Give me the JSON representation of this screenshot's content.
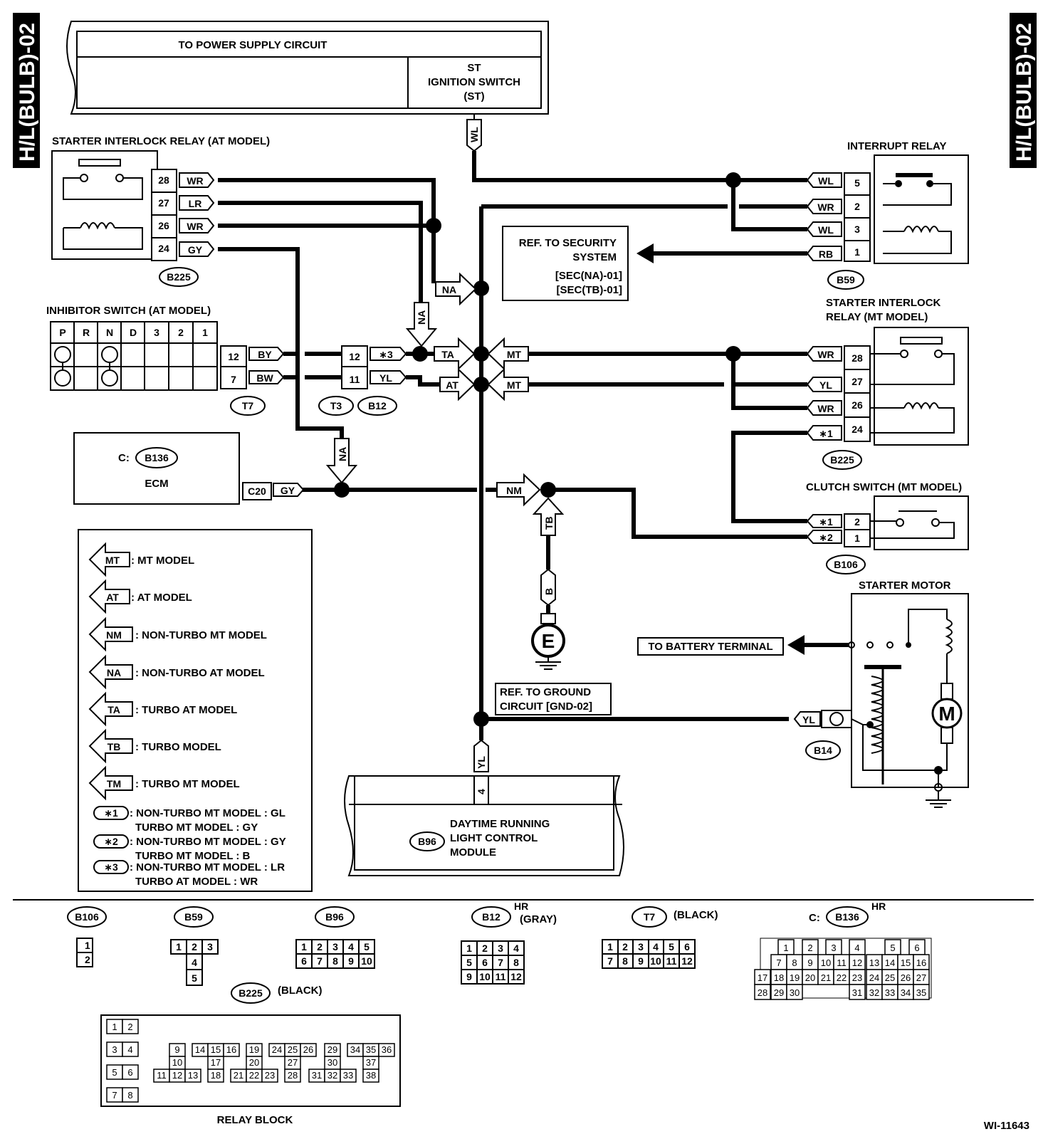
{
  "side_label": "H/L(BULB)-02",
  "power_supply": {
    "title": "TO POWER SUPPLY CIRCUIT",
    "switch_line1": "ST",
    "switch_line2": "IGNITION SWITCH",
    "switch_line3": "(ST)",
    "wire": "WL"
  },
  "starter_interlock_at": {
    "title": "STARTER INTERLOCK RELAY (AT MODEL)",
    "connector": "B225",
    "pins": [
      {
        "pin": "28",
        "wire": "WR"
      },
      {
        "pin": "27",
        "wire": "LR"
      },
      {
        "pin": "26",
        "wire": "WR"
      },
      {
        "pin": "24",
        "wire": "GY"
      }
    ]
  },
  "inhibitor_switch": {
    "title": "INHIBITOR SWITCH (AT MODEL)",
    "positions": [
      "P",
      "R",
      "N",
      "D",
      "3",
      "2",
      "1"
    ],
    "pins": [
      {
        "pin": "12",
        "wire": "BY"
      },
      {
        "pin": "7",
        "wire": "BW"
      }
    ],
    "connector": "T7"
  },
  "joint": {
    "connectors": [
      "T3",
      "B12"
    ],
    "rows": [
      {
        "pin": "12",
        "wire": "∗3"
      },
      {
        "pin": "11",
        "wire": "YL"
      }
    ]
  },
  "ecm": {
    "prefix": "C:",
    "connector": "B136",
    "name": "ECM",
    "pin": "C20",
    "wire": "GY"
  },
  "security_ref": {
    "line1": "REF. TO SECURITY",
    "line2": "SYSTEM",
    "line3": "[SEC(NA)-01]",
    "line4": "[SEC(TB)-01]"
  },
  "interrupt_relay": {
    "title": "INTERRUPT RELAY",
    "connector": "B59",
    "pins": [
      {
        "pin": "5",
        "wire": "WL"
      },
      {
        "pin": "2",
        "wire": "WR"
      },
      {
        "pin": "3",
        "wire": "WL"
      },
      {
        "pin": "1",
        "wire": "RB"
      }
    ]
  },
  "starter_interlock_mt": {
    "title_line1": "STARTER INTERLOCK",
    "title_line2": "RELAY (MT MODEL)",
    "connector": "B225",
    "pins": [
      {
        "pin": "28",
        "wire": "WR"
      },
      {
        "pin": "27",
        "wire": "YL"
      },
      {
        "pin": "26",
        "wire": "WR"
      },
      {
        "pin": "24",
        "wire": "∗1"
      }
    ]
  },
  "clutch_switch": {
    "title": "CLUTCH SWITCH (MT MODEL)",
    "connector": "B106",
    "pins": [
      {
        "pin": "2",
        "wire": "∗1"
      },
      {
        "pin": "1",
        "wire": "∗2"
      }
    ]
  },
  "starter_motor": {
    "title": "STARTER MOTOR",
    "battery_ref": "TO BATTERY TERMINAL",
    "connector": "B14",
    "wire": "YL",
    "motor": "M"
  },
  "ground": {
    "wire": "B",
    "symbol": "E",
    "ref_line1": "REF. TO GROUND",
    "ref_line2": "CIRCUIT [GND-02]"
  },
  "drl_module": {
    "connector": "B96",
    "pin": "4",
    "wire": "YL",
    "line1": "DAYTIME RUNNING",
    "line2": "LIGHT CONTROL",
    "line3": "MODULE"
  },
  "model_tags": {
    "na": "NA",
    "ta": "TA",
    "at": "AT",
    "mt": "MT",
    "nm": "NM",
    "tb": "TB"
  },
  "legend": {
    "items": [
      {
        "tag": "MT",
        "text": ": MT MODEL"
      },
      {
        "tag": "AT",
        "text": ": AT MODEL"
      },
      {
        "tag": "NM",
        "text": ": NON-TURBO MT MODEL"
      },
      {
        "tag": "NA",
        "text": ":  NON-TURBO AT MODEL"
      },
      {
        "tag": "TA",
        "text": ": TURBO AT MODEL"
      },
      {
        "tag": "TB",
        "text": ": TURBO MODEL"
      },
      {
        "tag": "TM",
        "text": ": TURBO MT MODEL"
      }
    ],
    "notes": [
      {
        "tag": "∗1",
        "line1": ": NON-TURBO MT MODEL : GL",
        "line2": "TURBO MT MODEL : GY"
      },
      {
        "tag": "∗2",
        "line1": ": NON-TURBO MT MODEL : GY",
        "line2": "TURBO MT MODEL : B"
      },
      {
        "tag": "∗3",
        "line1": ": NON-TURBO MT MODEL : LR",
        "line2": "TURBO AT MODEL : WR"
      }
    ]
  },
  "connector_views": {
    "b106": {
      "id": "B106"
    },
    "b59": {
      "id": "B59"
    },
    "b96": {
      "id": "B96"
    },
    "b12": {
      "id": "B12",
      "note_line1": "HR",
      "note_line2": "(GRAY)"
    },
    "t7": {
      "id": "T7",
      "note": "(BLACK)"
    },
    "b136": {
      "prefix": "C:",
      "id": "B136",
      "note": "HR"
    },
    "b225": {
      "id": "B225",
      "note": "(BLACK)",
      "caption": "RELAY BLOCK"
    }
  },
  "figure_id": "WI-11643"
}
